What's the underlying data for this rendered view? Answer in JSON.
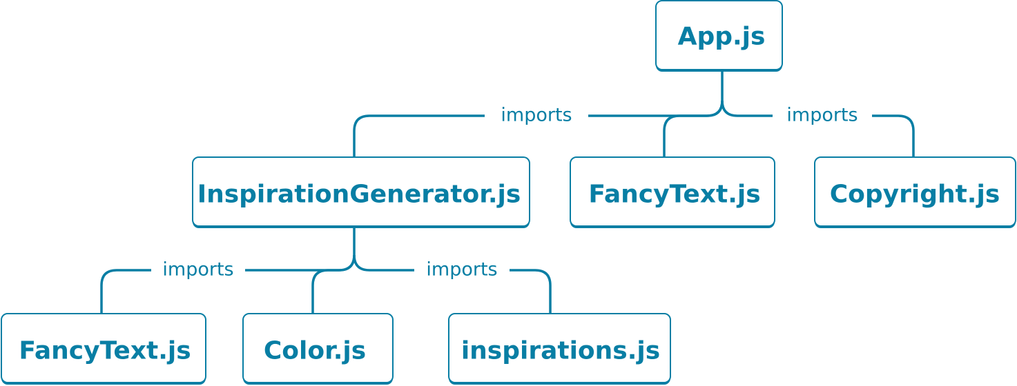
{
  "colors": {
    "accent": "#087ea4",
    "background": "#ffffff"
  },
  "nodes": {
    "app": "App.js",
    "inspiration_generator": "InspirationGenerator.js",
    "fancy_text_top": "FancyText.js",
    "copyright": "Copyright.js",
    "fancy_text_bottom": "FancyText.js",
    "color": "Color.js",
    "inspirations": "inspirations.js"
  },
  "edge_labels": {
    "app_left": "imports",
    "app_right": "imports",
    "generator_left": "imports",
    "generator_right": "imports"
  }
}
